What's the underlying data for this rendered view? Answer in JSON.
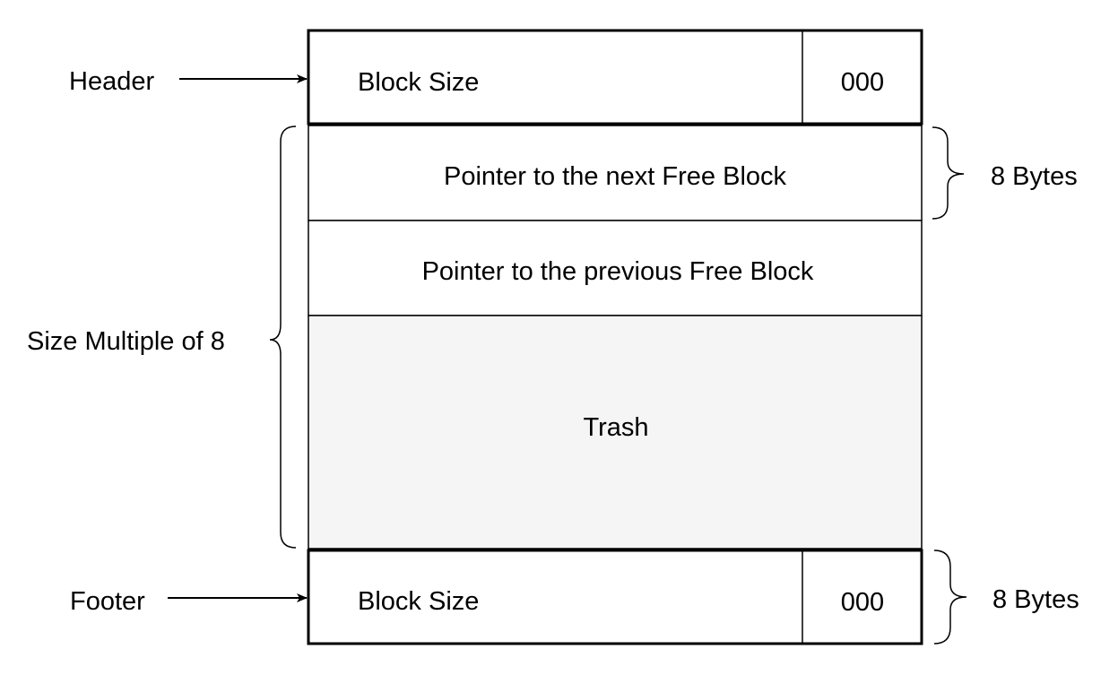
{
  "labels": {
    "header": "Header",
    "footer": "Footer",
    "size_multiple": "Size Multiple of 8",
    "bytes_top": "8 Bytes",
    "bytes_bottom": "8 Bytes"
  },
  "header_cell": {
    "size_label": "Block Size",
    "flags": "000"
  },
  "payload": {
    "next_pointer": "Pointer to the next Free Block",
    "prev_pointer": "Pointer to the previous Free Block",
    "trash": "Trash"
  },
  "footer_cell": {
    "size_label": "Block Size",
    "flags": "000"
  },
  "colors": {
    "line": "#000000",
    "background": "#ffffff",
    "trash_fill": "#f5f5f5"
  }
}
